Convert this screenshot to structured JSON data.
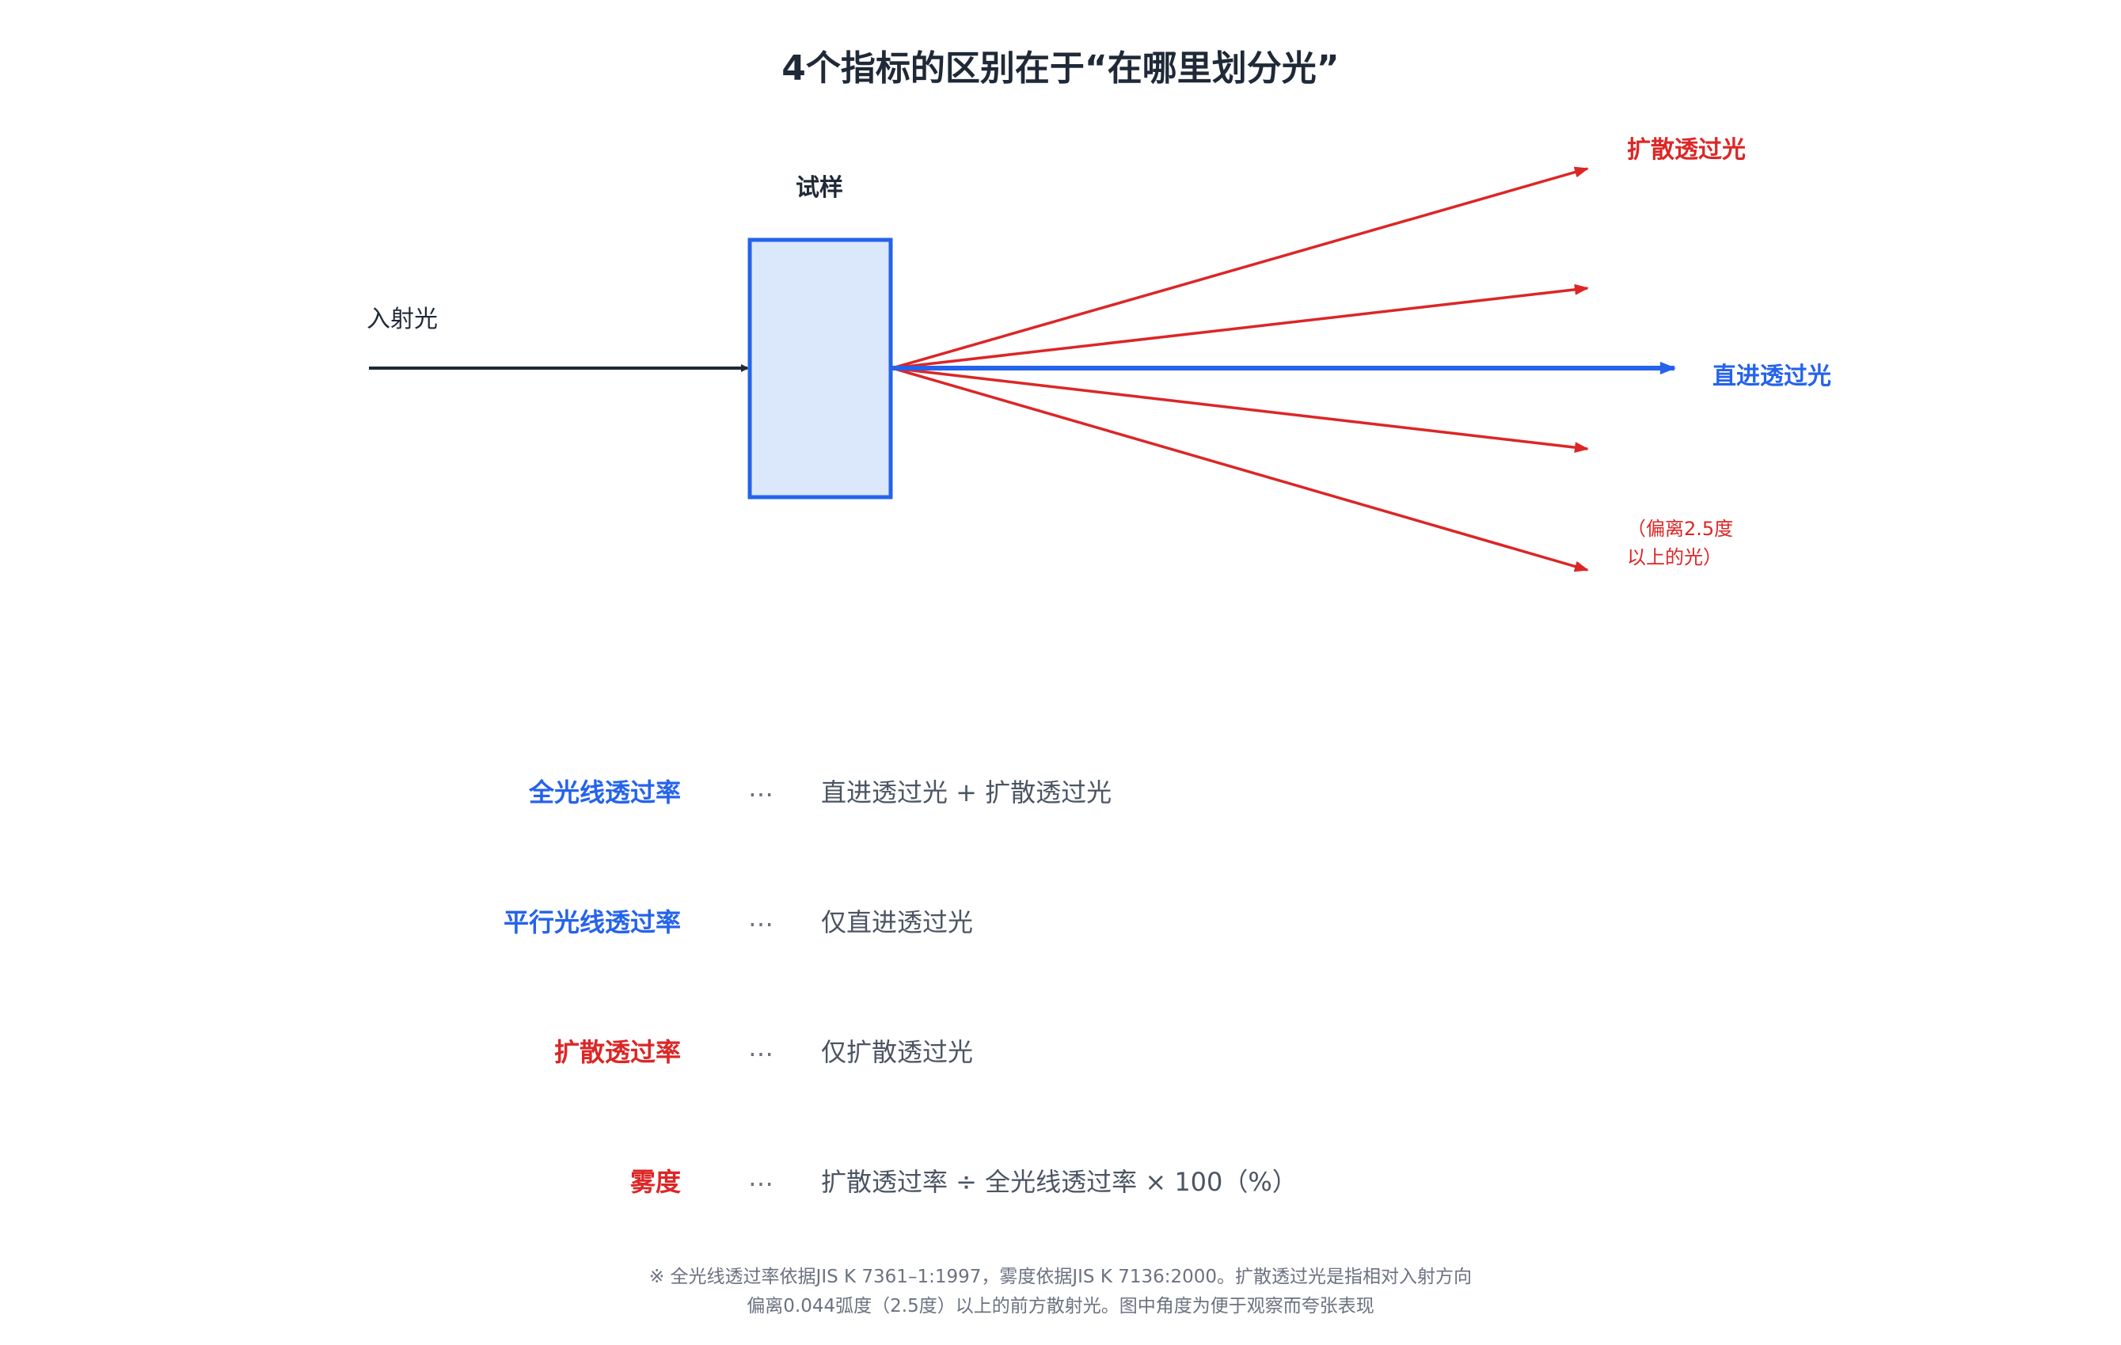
{
  "title": "4个指标的区别在于“在哪里划分光”",
  "diagram": {
    "sample_label": "试样",
    "incident_label": "入射光",
    "diffuse_label": "扩散透过光",
    "direct_label": "直进透过光",
    "deviation_note": [
      "（偏离2.5度",
      "以上的光）"
    ]
  },
  "definitions": [
    {
      "term": "全光线透过率",
      "ellipsis": "…",
      "desc": "直进透过光 + 扩散透过光",
      "color": "#2563eb"
    },
    {
      "term": "平行光线透过率",
      "ellipsis": "…",
      "desc": "仅直进透过光",
      "color": "#2563eb"
    },
    {
      "term": "扩散透过率",
      "ellipsis": "…",
      "desc": "仅扩散透过光",
      "color": "#dc2626"
    },
    {
      "term": "雾度",
      "ellipsis": "…",
      "desc": "扩散透过率 ÷ 全光线透过率 × 100（%）",
      "color": "#dc2626"
    }
  ],
  "footnote": [
    "※ 全光线透过率依据JIS K 7361–1:1997，雾度依据JIS K 7136:2000。扩散透过光是指相对入射方向",
    "偏离0.044弧度（2.5度）以上的前方散射光。图中角度为便于观察而夸张表现"
  ],
  "colors": {
    "diffuse": "#dc2626",
    "direct": "#2563eb",
    "incident": "#1f2937",
    "sample_fill": "#dbe8fb",
    "sample_stroke": "#2563eb"
  }
}
